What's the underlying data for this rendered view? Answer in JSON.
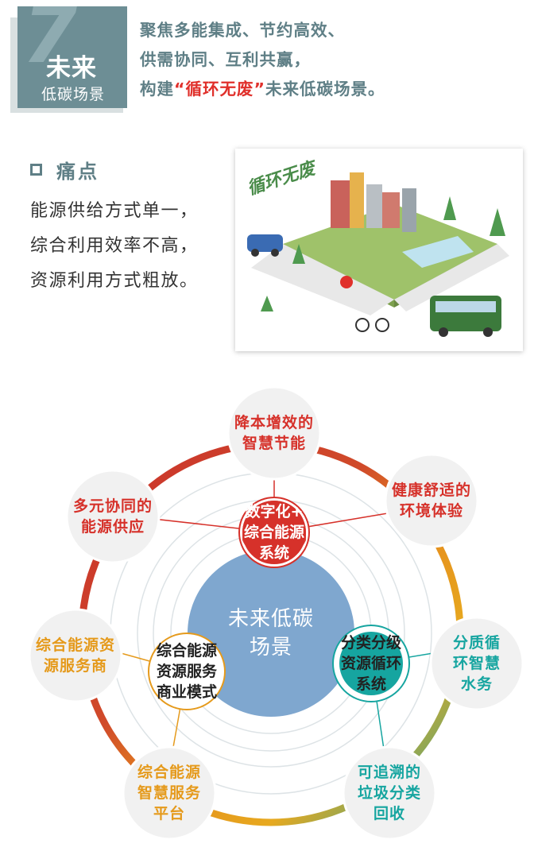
{
  "header": {
    "badge_number": "7",
    "badge_title": "未来",
    "badge_subtitle": "低碳场景",
    "line1": "聚焦多能集成、节约高效、",
    "line2": "供需协同、互利共赢，",
    "line3_prefix": "构建",
    "line3_highlight": "“循环无废”",
    "line3_suffix": "未来低碳场景。"
  },
  "pain": {
    "title": "痛点",
    "lines": [
      "能源供给方式单一，",
      "综合利用效率不高，",
      "资源利用方式粗放。"
    ]
  },
  "illustration": {
    "caption": "循环无废"
  },
  "diagram": {
    "center": [
      "未来低碳",
      "场景"
    ],
    "inner": {
      "digital": [
        "数字化+",
        "综合能源",
        "系统"
      ],
      "business": [
        "综合能源",
        "资源服务",
        "商业模式"
      ],
      "recycle": [
        "分类分级",
        "资源循环",
        "系统"
      ]
    },
    "outer": {
      "top": [
        "降本增效的",
        "智慧节能"
      ],
      "upper_left": [
        "多元协同的",
        "能源供应"
      ],
      "upper_right": [
        "健康舒适的",
        "环境体验"
      ],
      "left": [
        "综合能源资",
        "源服务商"
      ],
      "right": [
        "分质循",
        "环智慧",
        "水务"
      ],
      "bottom_left": [
        "综合能源",
        "智慧服务",
        "平台"
      ],
      "bottom_right": [
        "可追溯的",
        "垃圾分类",
        "回收"
      ]
    },
    "colors": {
      "red": "#d6312a",
      "orange": "#e59a1c",
      "teal": "#16a5a0",
      "center_blue": "#7fa7cf",
      "slate": "#5f7f86"
    }
  }
}
